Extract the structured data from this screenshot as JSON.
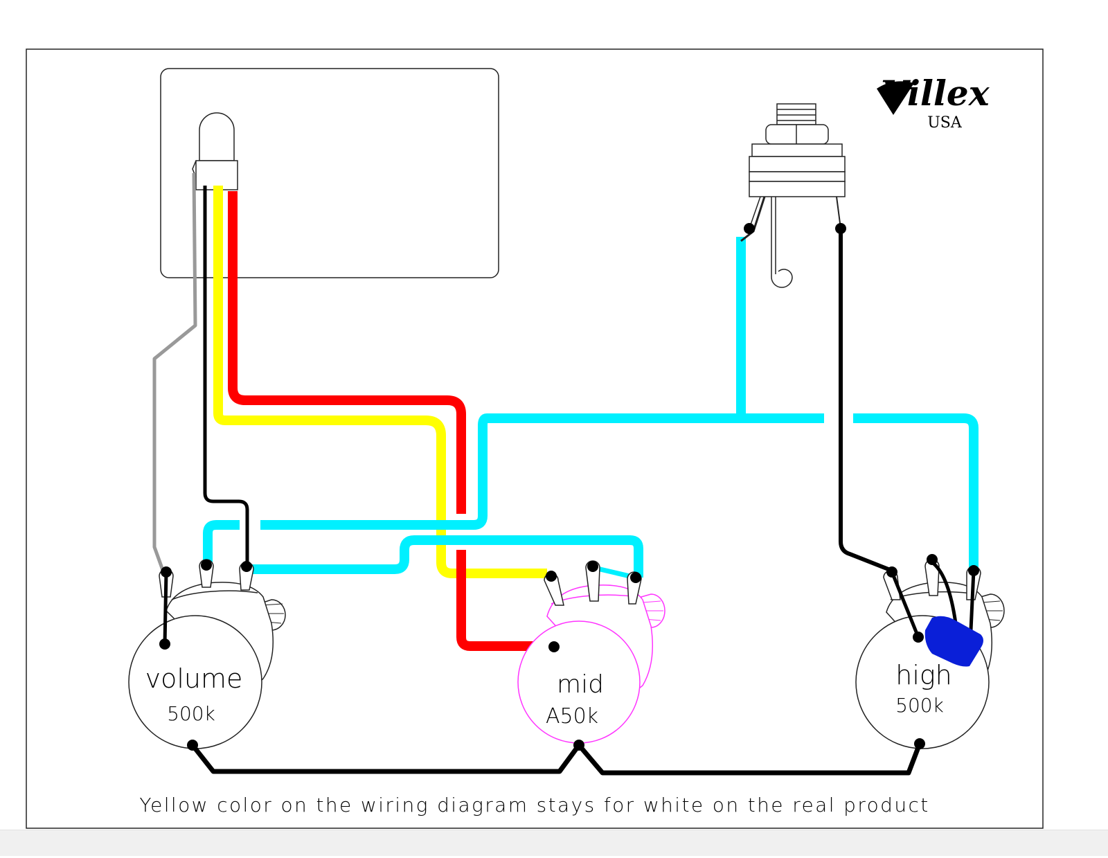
{
  "brand": {
    "name": "Villex",
    "sub": "USA"
  },
  "pots": [
    {
      "name": "volume",
      "value": "500k"
    },
    {
      "name": "mid",
      "value": "A50k"
    },
    {
      "name": "high",
      "value": "500k"
    }
  ],
  "footer_note": "Yellow color on the wiring diagram stays for white on the real product",
  "colors": {
    "cyan_wire": "#00f0ff",
    "red_wire": "#ff0000",
    "yellow_wire": "#ffff00",
    "black_wire": "#000000",
    "gray_wire": "#999999",
    "mid_pot": "#ff33ff",
    "capacitor": "#0a1fd8"
  }
}
